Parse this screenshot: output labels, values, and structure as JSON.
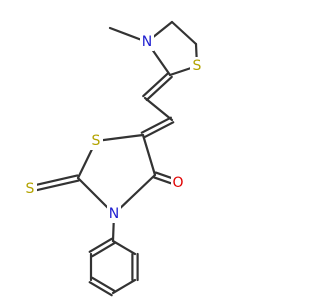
{
  "colors": {
    "bond": "#333333",
    "sulfur": "#b3a300",
    "nitrogen": "#2020d0",
    "oxygen": "#e00000"
  },
  "atoms": {
    "n_thiazolidine": "N",
    "s_thiazolidine": "S",
    "s_ring": "S",
    "s_thione": "S",
    "n_ring": "N",
    "o_carbonyl": "O"
  }
}
